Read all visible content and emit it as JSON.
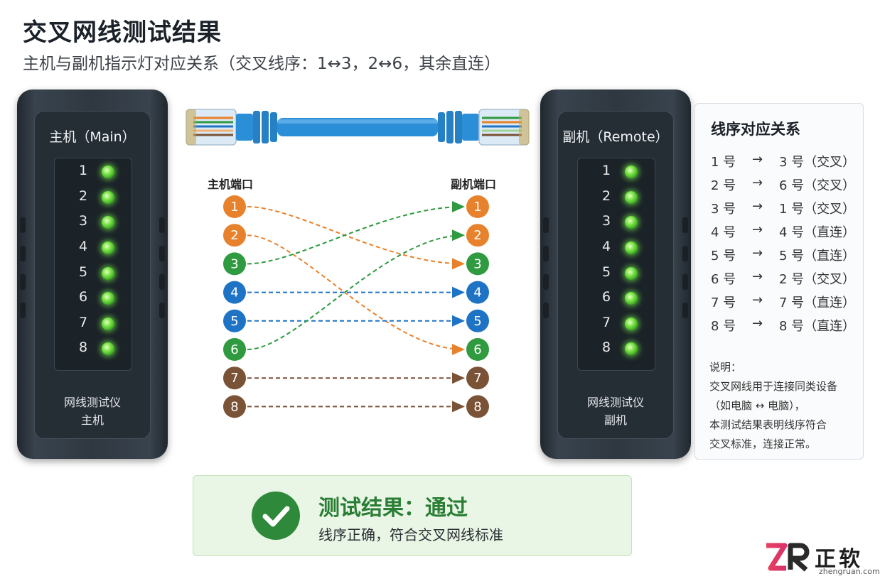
{
  "header": {
    "title": "交叉网线测试结果",
    "subtitle": "主机与副机指示灯对应关系（交叉线序：1↔3，2↔6，其余直连）"
  },
  "devices": {
    "main": {
      "name": "主机（Main）",
      "caption_line1": "网线测试仪",
      "caption_line2": "主机",
      "leds": [
        "1",
        "2",
        "3",
        "4",
        "5",
        "6",
        "7",
        "8"
      ]
    },
    "remote": {
      "name": "副机（Remote）",
      "caption_line1": "网线测试仪",
      "caption_line2": "副机",
      "leds": [
        "1",
        "2",
        "3",
        "4",
        "5",
        "6",
        "7",
        "8"
      ]
    }
  },
  "wiring": {
    "left_label": "主机端口",
    "right_label": "副机端口",
    "pins": [
      {
        "num": "1",
        "color": "#e8812b",
        "to": 3
      },
      {
        "num": "2",
        "color": "#e8812b",
        "to": 6
      },
      {
        "num": "3",
        "color": "#2f9a3f",
        "to": 1
      },
      {
        "num": "4",
        "color": "#1f73c4",
        "to": 4
      },
      {
        "num": "5",
        "color": "#1f73c4",
        "to": 5
      },
      {
        "num": "6",
        "color": "#2f9a3f",
        "to": 2
      },
      {
        "num": "7",
        "color": "#7a5236",
        "to": 7
      },
      {
        "num": "8",
        "color": "#7a5236",
        "to": 8
      }
    ]
  },
  "mapping_table": {
    "title": "线序对应关系",
    "arrow": "→",
    "rows": [
      {
        "from": "1 号",
        "to": "3 号（交叉）"
      },
      {
        "from": "2 号",
        "to": "6 号（交叉）"
      },
      {
        "from": "3 号",
        "to": "1 号（交叉）"
      },
      {
        "from": "4 号",
        "to": "4 号（直连）"
      },
      {
        "from": "5 号",
        "to": "5 号（直连）"
      },
      {
        "from": "6 号",
        "to": "2 号（交叉）"
      },
      {
        "from": "7 号",
        "to": "7 号（直连）"
      },
      {
        "from": "8 号",
        "to": "8 号（直连）"
      }
    ],
    "notes": {
      "label": "说明：",
      "line1": "交叉网线用于连接同类设备",
      "line2": "（如电脑 ↔ 电脑），",
      "line3": "本测试结果表明线序符合",
      "line4": "交叉标准，连接正常。"
    }
  },
  "result": {
    "title": "测试结果：通过",
    "subtitle": "线序正确，符合交叉网线标准"
  },
  "logo": {
    "mark": "ZR",
    "text": "正软",
    "url": "zhengruan.com"
  },
  "colors": {
    "accent_green": "#2e8a3a",
    "orange": "#e8812b",
    "green": "#2f9a3f",
    "blue": "#1f73c4",
    "brown": "#7a5236",
    "cable_blue": "#2b8fd8"
  }
}
